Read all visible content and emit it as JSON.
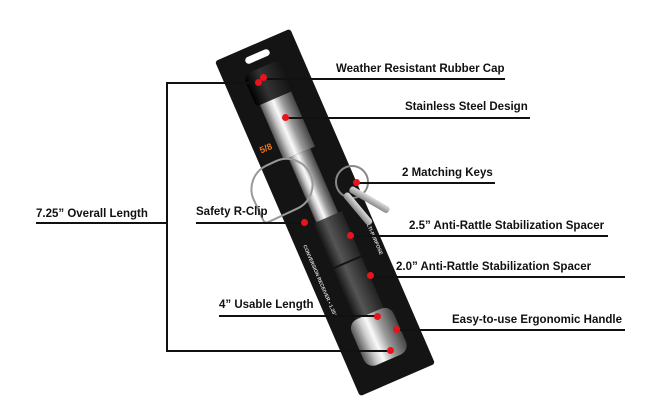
{
  "labels": {
    "overall_length": "7.25” Overall Length",
    "rubber_cap": "Weather Resistant Rubber Cap",
    "stainless": "Stainless Steel Design",
    "keys": "2 Matching Keys",
    "r_clip": "Safety R-Clip",
    "spacer_25": "2.5” Anti-Rattle Stabilization Spacer",
    "spacer_20": "2.0” Anti-Rattle Stabilization Spacer",
    "usable_length": "4” Usable Length",
    "handle": "Easy-to-use Ergonomic Handle"
  },
  "package": {
    "size_text": "5/8",
    "side_text": "CONVERSION RECEIVER • 1.25”",
    "side_text2": "MULTI-PURPOSE"
  },
  "colors": {
    "marker": "#e8141c",
    "card": "#141414"
  }
}
